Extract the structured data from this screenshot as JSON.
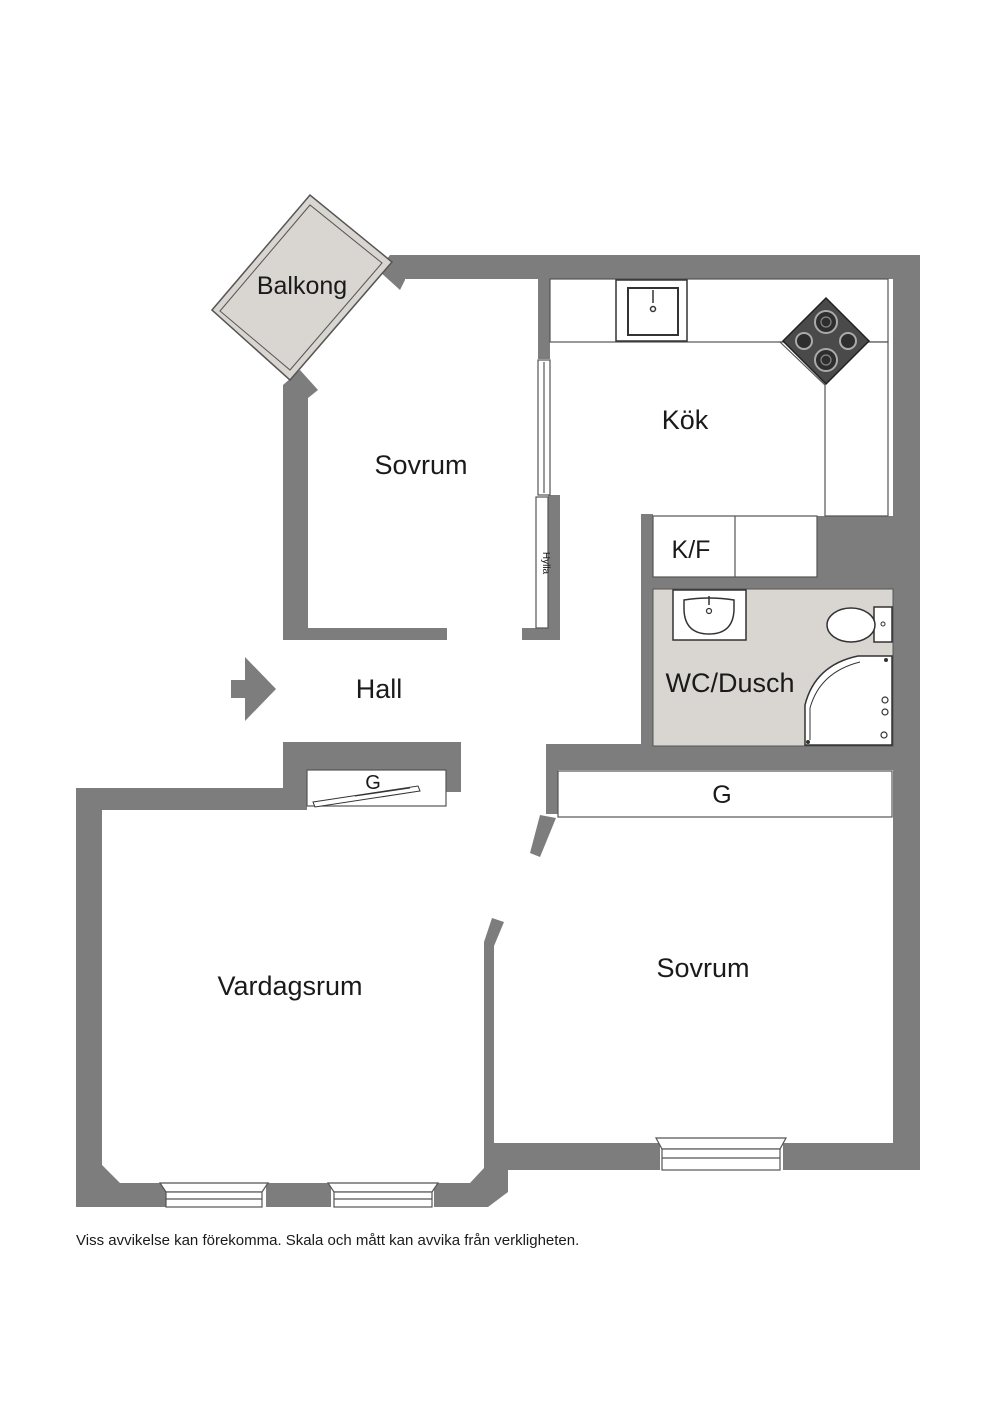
{
  "floorplan": {
    "rooms": {
      "balkong": "Balkong",
      "sovrum_north": "Sovrum",
      "kok": "Kök",
      "kf": "K/F",
      "wc": "WC/Dusch",
      "hall": "Hall",
      "garderob_small": "G",
      "garderob_large": "G",
      "vardagsrum": "Vardagsrum",
      "sovrum_south": "Sovrum"
    },
    "shelf_label": "Hylla",
    "disclaimer": "Viss avvikelse kan förekomma. Skala och mått kan avvika från verkligheten."
  },
  "colors": {
    "wall": "#7d7d7d",
    "wet_room": "#d9d5d0",
    "balcony": "#d9d5d0",
    "stove": "#4a4a4a"
  }
}
